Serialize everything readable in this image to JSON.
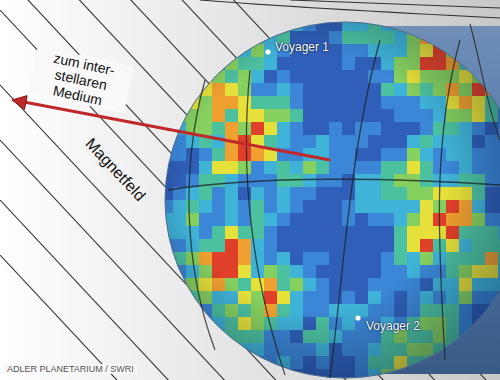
{
  "diagram": {
    "labels": [
      "Voyager 1",
      "zum inter- stellaren Medium",
      "Magnetfeld",
      "Voyager 2",
      "ADLER PLANETARIUM / SWRI"
    ]
  }
}
